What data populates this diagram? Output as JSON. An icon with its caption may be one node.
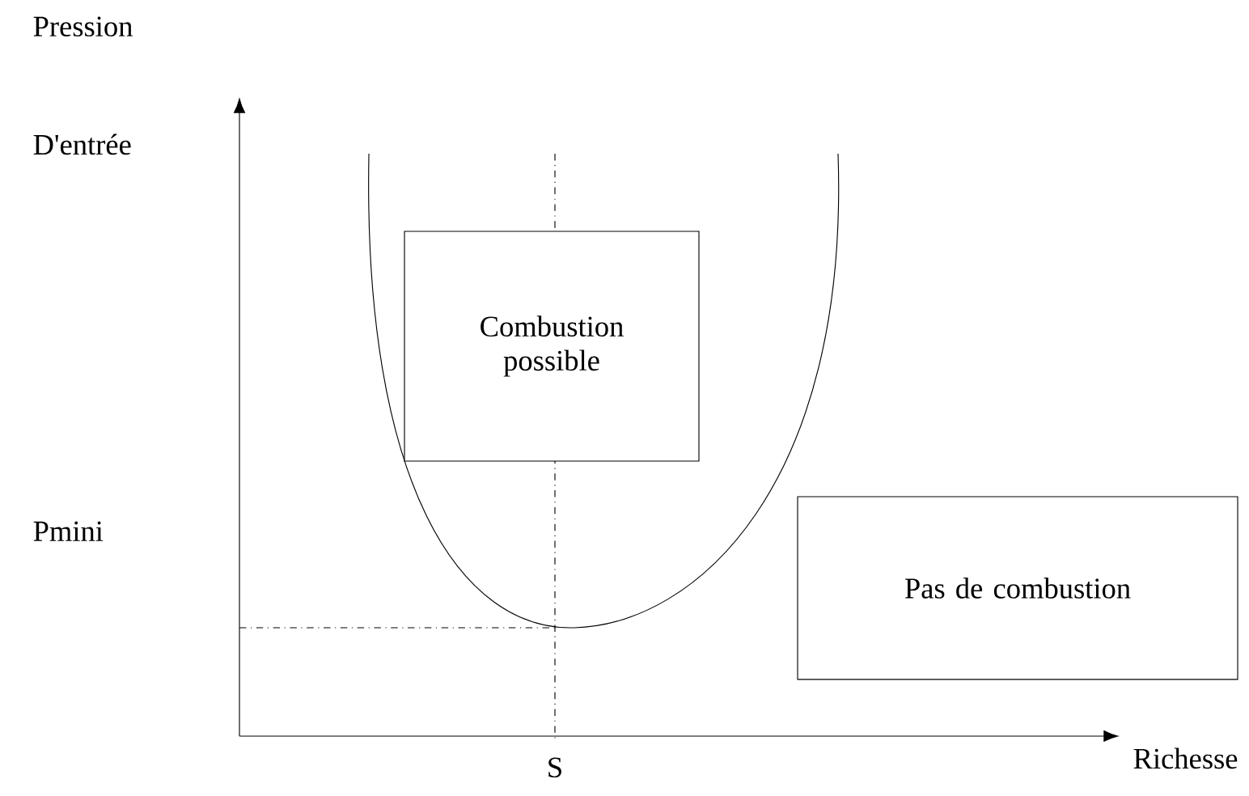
{
  "diagram": {
    "nodes": [
      {
        "text": [
          "Combustion possible"
        ]
      },
      {
        "text": [
          "Pas de combustion"
        ]
      }
    ],
    "labels": [
      "Pression D'entrée",
      "Pmini",
      "S",
      "Richesse"
    ]
  }
}
